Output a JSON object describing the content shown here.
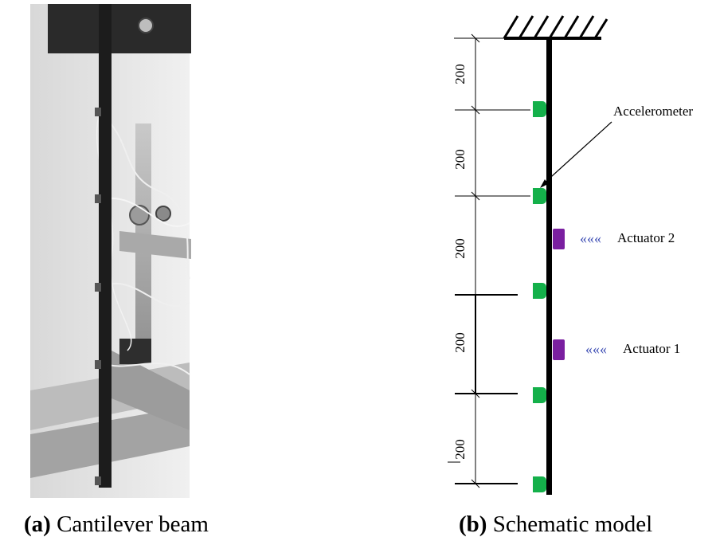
{
  "captions": {
    "a_tag": "(a)",
    "a_text": "Cantilever beam",
    "b_tag": "(b)",
    "b_text": "Schematic model"
  },
  "schematic": {
    "segment_lengths": [
      "200",
      "200",
      "200",
      "200",
      "200"
    ],
    "accelerometer_label": "Accelerometer",
    "actuators": [
      {
        "label": "Actuator 2",
        "arrows": "«««"
      },
      {
        "label": "Actuator 1",
        "arrows": "«««"
      }
    ]
  },
  "colors": {
    "accelerometer": "#14b04a",
    "actuator": "#7a1fa0",
    "arrows": "#3f4fb5",
    "beam": "#000000"
  }
}
